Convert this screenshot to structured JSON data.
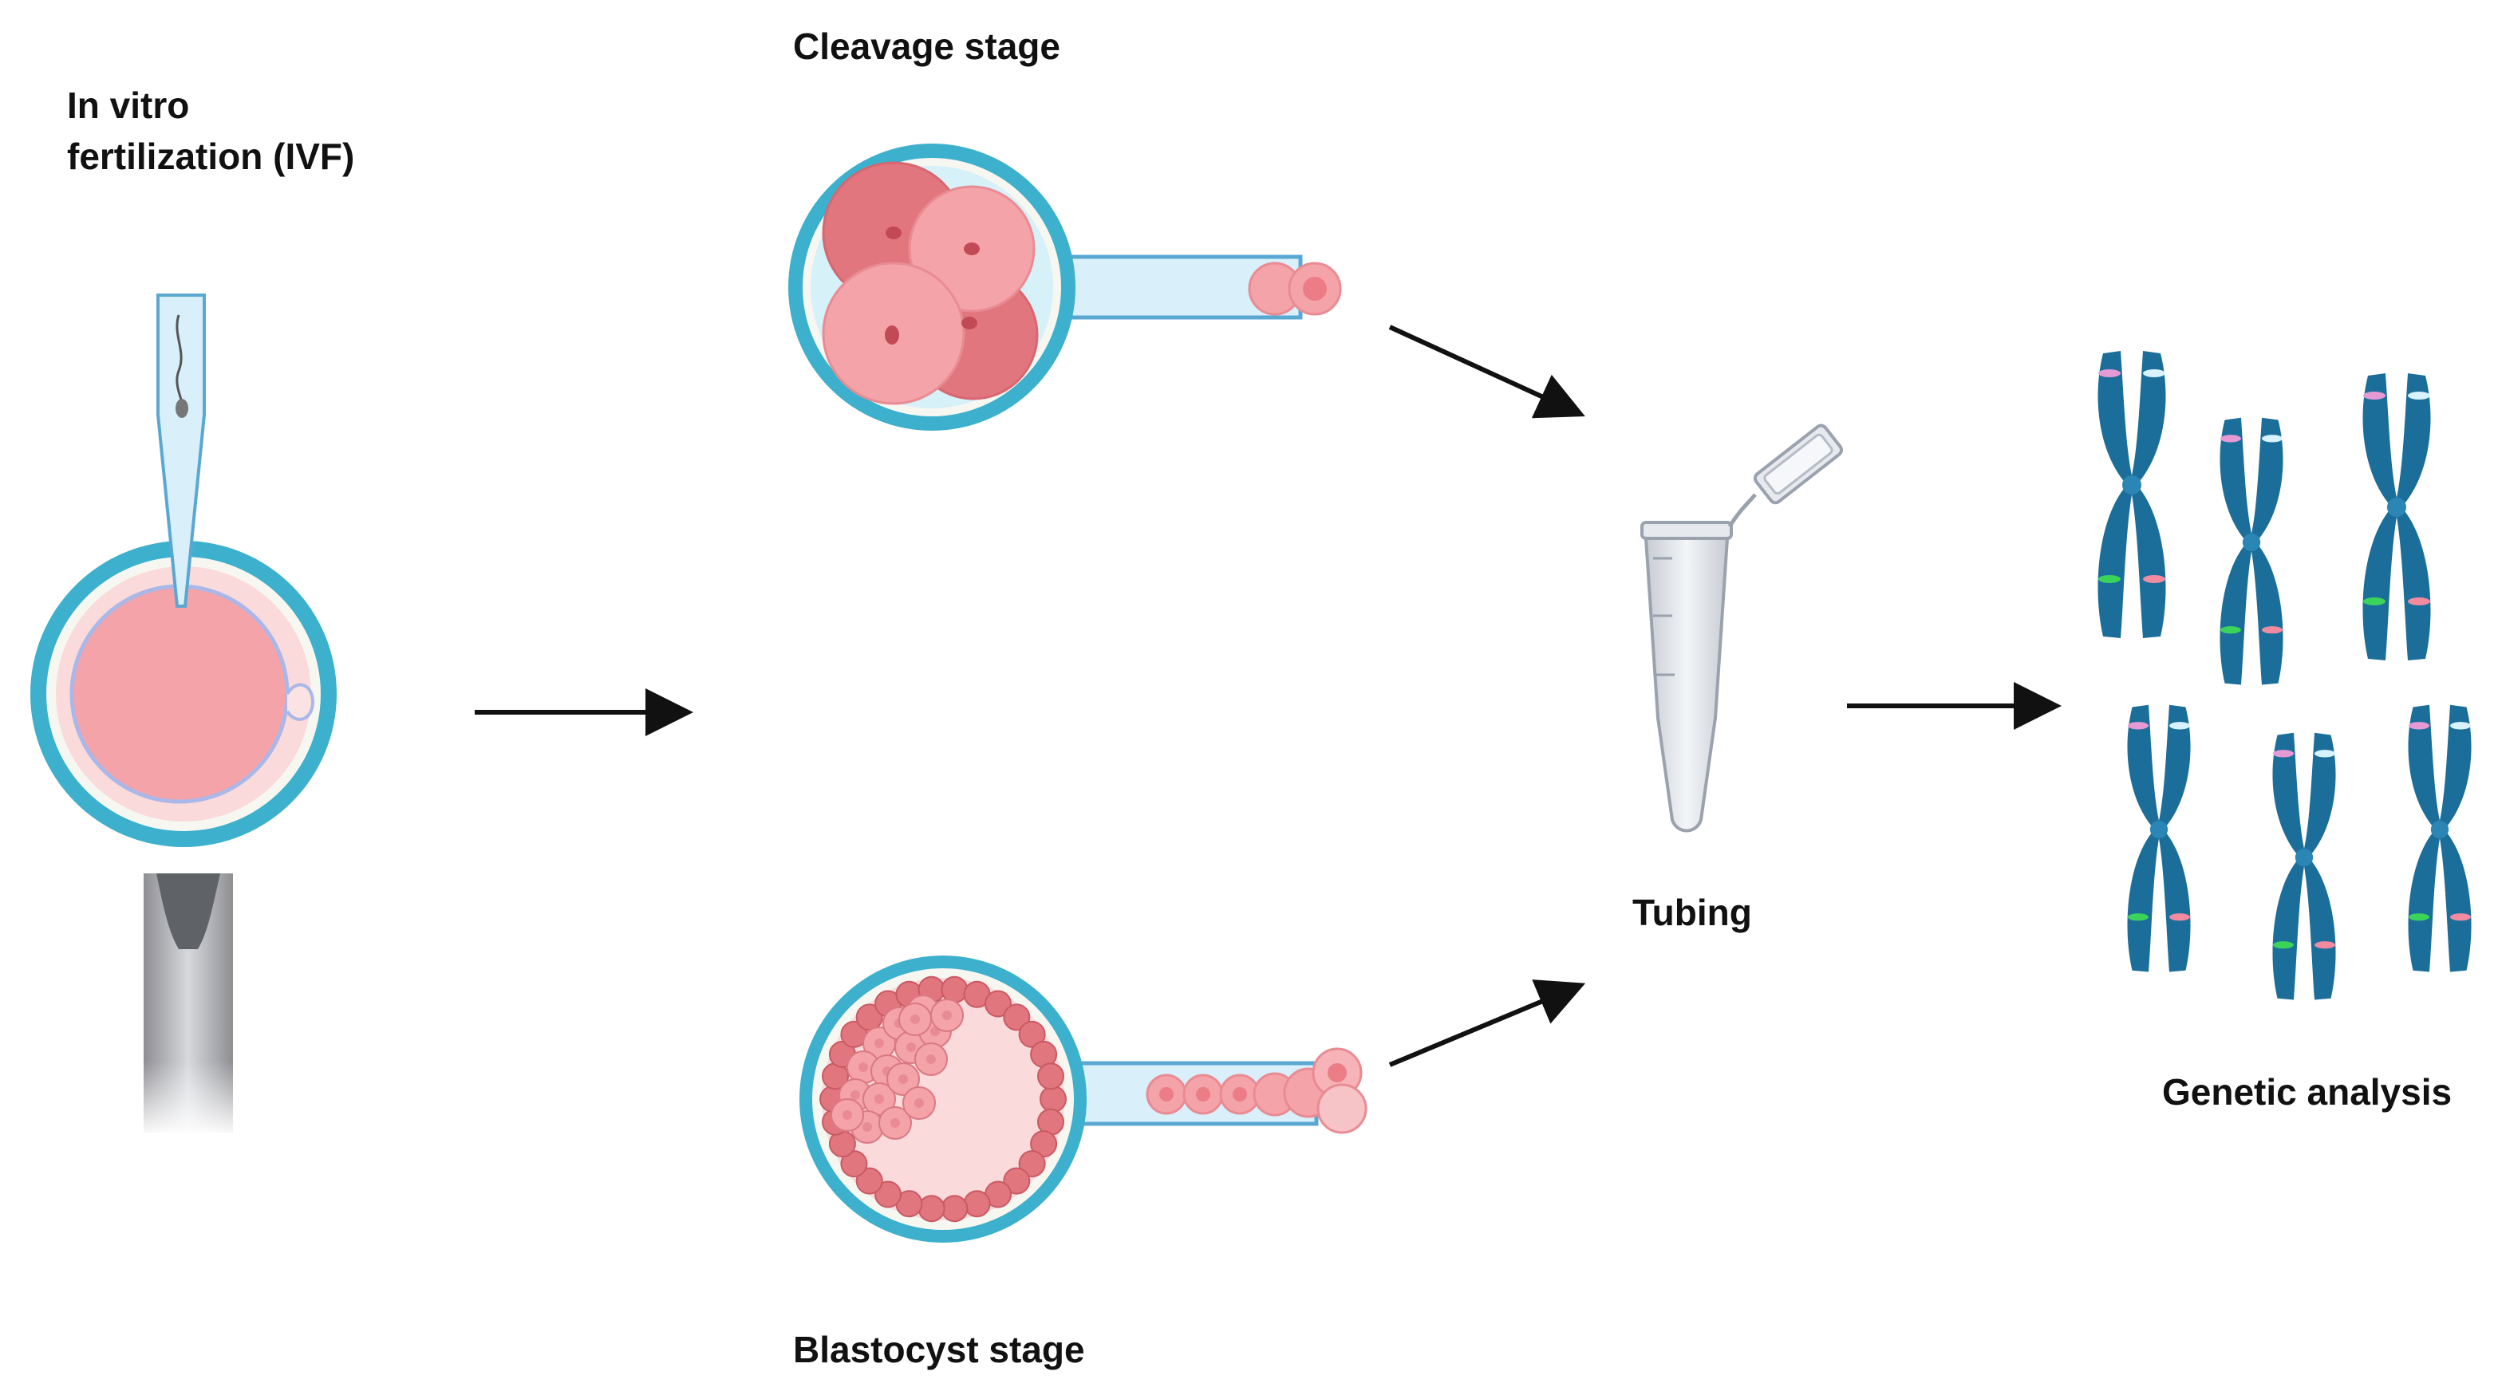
{
  "labels": {
    "ivf_line1": "In vitro",
    "ivf_line2": "fertilization (IVF)",
    "cleavage": "Cleavage stage",
    "blastocyst": "Blastocyst stage",
    "tubing": "Tubing",
    "genetic": "Genetic analysis"
  },
  "colors": {
    "zona": "#3cb0cc",
    "cell": "#f4a3a8",
    "cell_dark": "#e2767f",
    "chromosome": "#1b6e99",
    "band_pink": "#e59ad6",
    "band_white": "#d8f2ff",
    "band_green": "#3bd45a",
    "band_red": "#f28aa0",
    "arrow": "#111111"
  },
  "icons": {
    "pipette": "micropipette-icon",
    "holding_pipette": "holding-pipette-icon",
    "oocyte": "oocyte-icon",
    "tube": "microcentrifuge-tube-icon",
    "chromosome": "chromosome-icon"
  }
}
